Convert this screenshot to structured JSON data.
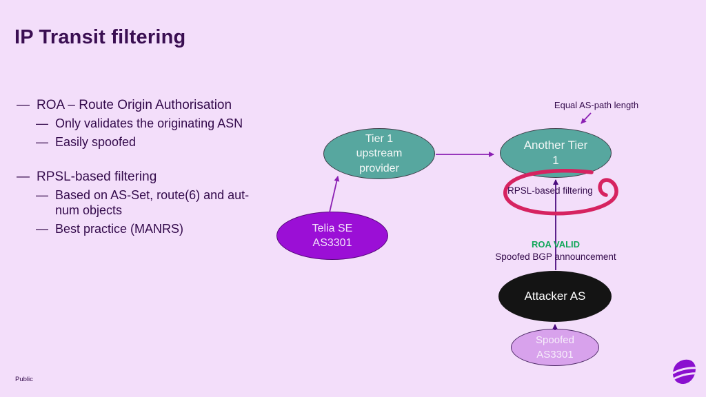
{
  "slide": {
    "title": "IP Transit filtering",
    "footer": "Public"
  },
  "bullets": [
    {
      "bullet": "—",
      "text": "ROA – Route Origin Authorisation"
    },
    {
      "bullet": "—",
      "text": "Only validates the originating ASN"
    },
    {
      "bullet": "—",
      "text": "Easily spoofed"
    },
    {
      "bullet": "—",
      "text": "RPSL-based filtering"
    },
    {
      "bullet": "—",
      "text": "Based on AS-Set, route(6) and aut-num objects"
    },
    {
      "bullet": "—",
      "text": "Best practice (MANRS)"
    }
  ],
  "diagram": {
    "nodes": {
      "tier1": {
        "label": "Tier 1 upstream provider"
      },
      "another_tier1": {
        "label": "Another Tier 1"
      },
      "telia": {
        "label": "Telia SE AS3301"
      },
      "attacker": {
        "label": "Attacker AS"
      },
      "spoofed": {
        "label": "Spoofed AS3301"
      }
    },
    "labels": {
      "equal_as_path": "Equal AS-path length",
      "rpsl_filtering": "RPSL-based filtering",
      "roa_valid": "ROA VALID",
      "spoofed_bgp": "Spoofed BGP announcement"
    }
  },
  "icons": {
    "logo": "telia-pebble-logo"
  },
  "colors": {
    "bg": "#f3defa",
    "ink": "#330a4b",
    "title-ink": "#3a0e52",
    "teal": "#57a79f",
    "teal-border": "#3c3c46",
    "purple-node": "#9b0fd6",
    "purple-node-border": "#55077a",
    "attacker": "#141414",
    "spoofed-fill": "#d8a2ec",
    "spoofed-border": "#4d2a66",
    "arrow": "#8b1fb3",
    "arrow-deep": "#4b0b7f",
    "annotation-red": "#d62360",
    "green": "#10a759",
    "node-text": "#f2f7f6",
    "logo": "#8a10cf"
  }
}
